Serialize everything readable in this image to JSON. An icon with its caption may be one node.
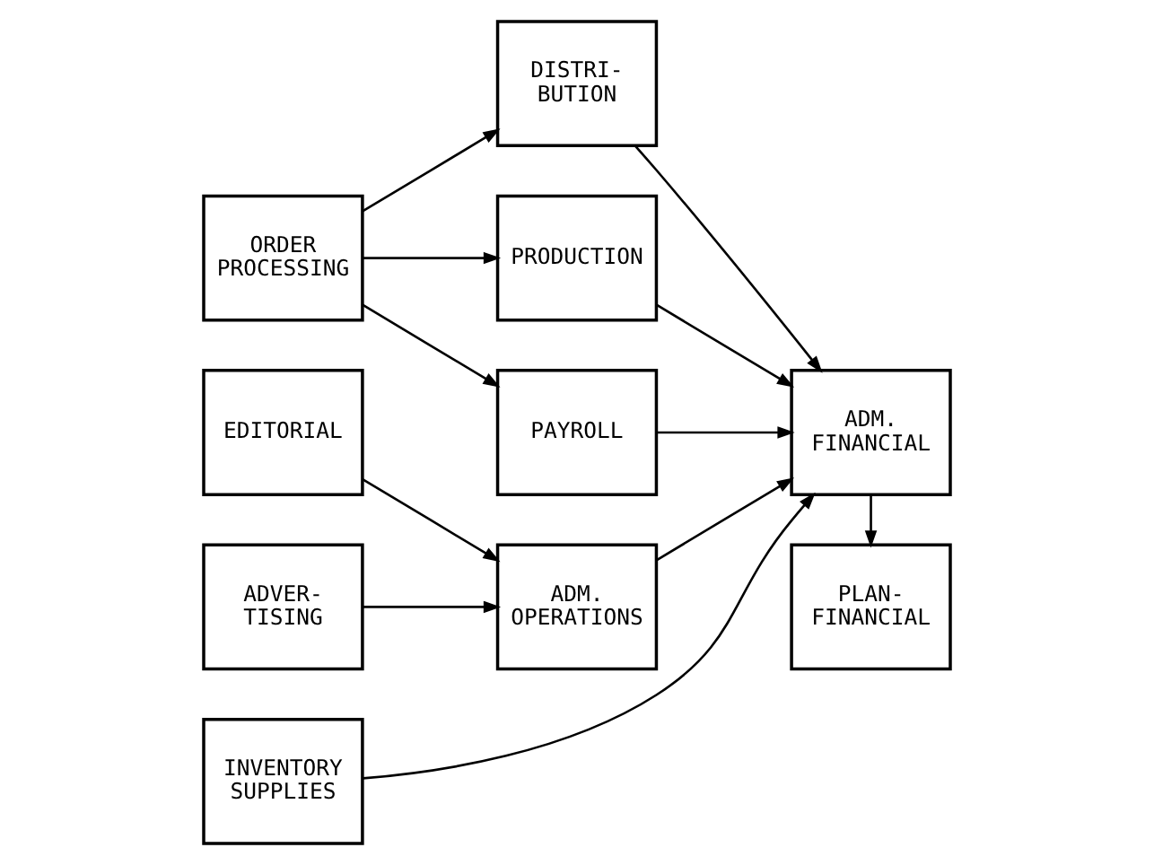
{
  "diagram": {
    "nodes": [
      {
        "text": [
          "ORDER PROCESSING"
        ]
      },
      {
        "text": [
          "EDITORIAL"
        ]
      },
      {
        "text": [
          "ADVER- TISING"
        ]
      },
      {
        "text": [
          "INVENTORY SUPPLIES"
        ]
      },
      {
        "text": [
          "DISTRI- BUTION"
        ]
      },
      {
        "text": [
          "PRODUCTION"
        ]
      },
      {
        "text": [
          "PAYROLL"
        ]
      },
      {
        "text": [
          "ADM. OPERATIONS"
        ]
      },
      {
        "text": [
          "ADM. FINANCIAL"
        ]
      },
      {
        "text": [
          "PLAN- FINANCIAL"
        ]
      }
    ],
    "edges": [
      {
        "from": 0,
        "to": 4,
        "arrow": "to"
      },
      {
        "from": 0,
        "to": 5,
        "arrow": "to"
      },
      {
        "from": 0,
        "to": 6,
        "arrow": "to"
      },
      {
        "from": 1,
        "to": 7,
        "arrow": "to"
      },
      {
        "from": 2,
        "to": 7,
        "arrow": "to"
      },
      {
        "from": 3,
        "to": 8,
        "arrow": "to"
      },
      {
        "from": 4,
        "to": 8,
        "arrow": "to"
      },
      {
        "from": 5,
        "to": 8,
        "arrow": "to"
      },
      {
        "from": 6,
        "to": 8,
        "arrow": "to"
      },
      {
        "from": 7,
        "to": 8,
        "arrow": "to"
      },
      {
        "from": 8,
        "to": 9,
        "arrow": "to"
      }
    ]
  }
}
